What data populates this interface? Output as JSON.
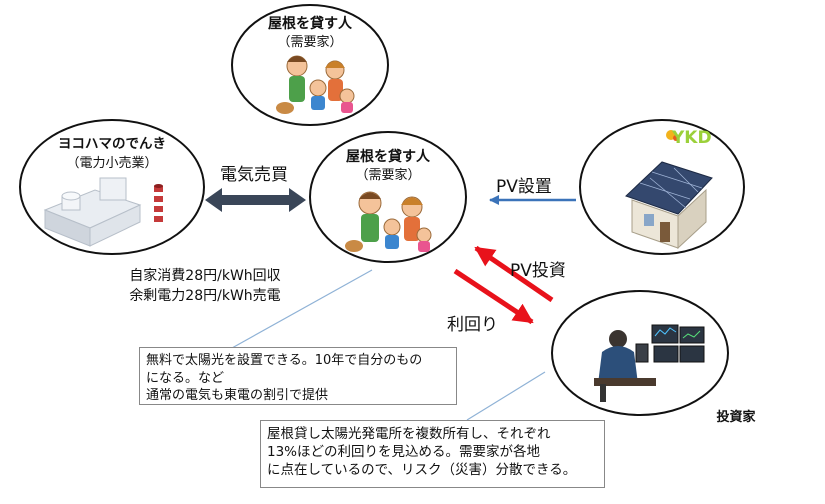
{
  "nodes": {
    "top_owner": {
      "title": "屋根を貸す人",
      "subtitle": "（需要家）"
    },
    "center_owner": {
      "title": "屋根を貸す人",
      "subtitle": "（需要家）"
    },
    "utility": {
      "title": "ヨコハマのでんき",
      "subtitle": "（電力小売業）"
    },
    "ykd": {
      "logo": "YKD"
    },
    "investor": {
      "title": "投資家"
    }
  },
  "arrows": {
    "power_trade": "電気売買",
    "pv_install": "PV設置",
    "pv_invest": "PV投資",
    "returns": "利回り"
  },
  "pricing": {
    "line1": "自家消費28円/kWh回収",
    "line2": "余剰電力28円/kWh売電"
  },
  "notes": {
    "owner_note": {
      "line1": "無料で太陽光を設置できる。10年で自分のもの",
      "line2": "になる。など",
      "line3": "通常の電気も東電の割引で提供"
    },
    "investor_note": {
      "line1": "屋根貸し太陽光発電所を複数所有し、それぞれ",
      "line2": "13%ほどの利回りを見込める。需要家が各地",
      "line3": "に点在しているので、リスク（災害）分散できる。"
    }
  },
  "colors": {
    "power_arrow": "#3a4658",
    "pv_install_arrow": "#3b73b9",
    "red_arrows": "#e8121b",
    "callout_line": "#8fb2d6"
  }
}
